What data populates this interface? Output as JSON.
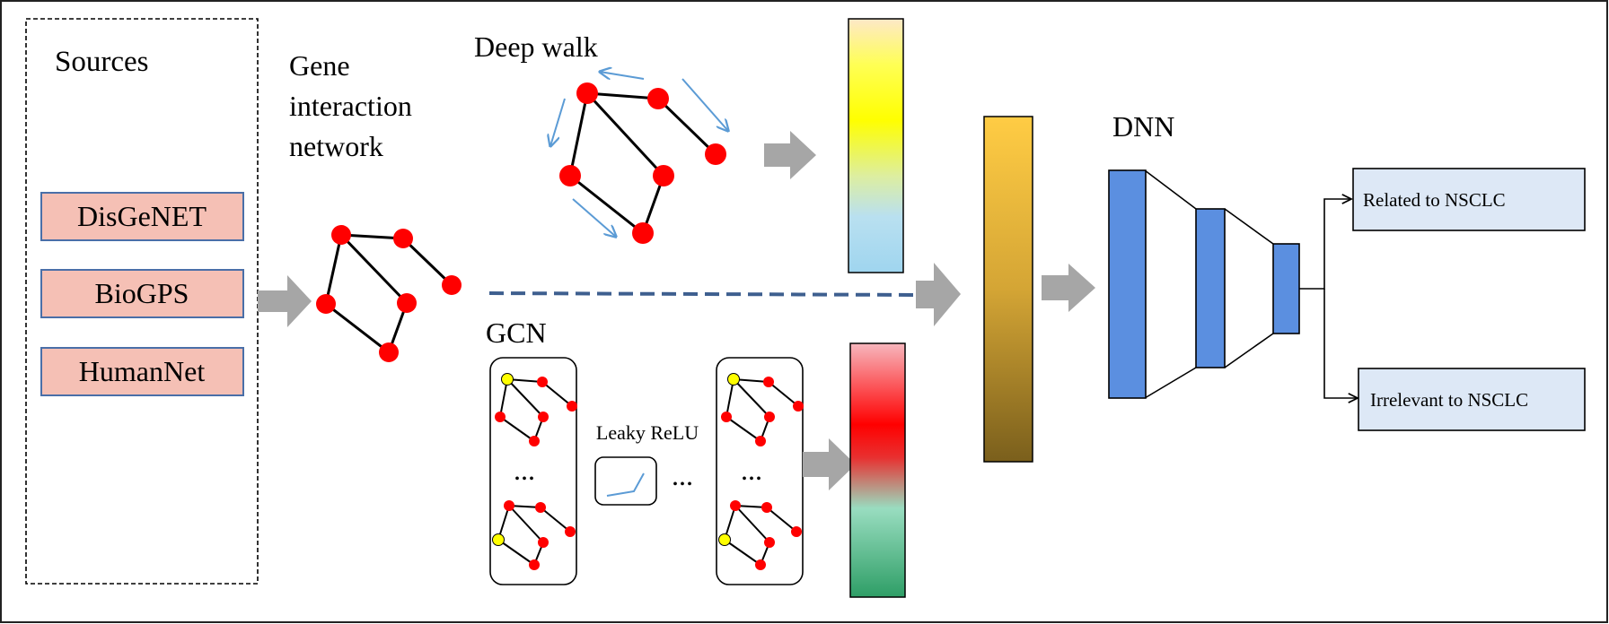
{
  "sources": {
    "heading": "Sources",
    "items": [
      "DisGeNET",
      "BioGPS",
      "HumanNet"
    ]
  },
  "network": {
    "label_lines": [
      "Gene",
      "interaction",
      "network"
    ]
  },
  "deepwalk": {
    "label": "Deep walk"
  },
  "gcn": {
    "label": "GCN",
    "activation": "Leaky ReLU",
    "ellipsis": "..."
  },
  "dnn": {
    "label": "DNN"
  },
  "outputs": {
    "related": "Related to NSCLC",
    "irrelevant": "Irrelevant to NSCLC"
  },
  "colors": {
    "source_box_fill": "#f5c0b5",
    "source_box_border": "#4a6fa8",
    "node_red": "#ff0000",
    "node_yellow": "#ffff00",
    "walk_arrow": "#5b9bd5",
    "block_arrow": "#a6a6a6",
    "dashed_line": "#3e5f8f",
    "dnn_layer": "#5b8fe0",
    "output_box_fill": "#dde8f6"
  }
}
